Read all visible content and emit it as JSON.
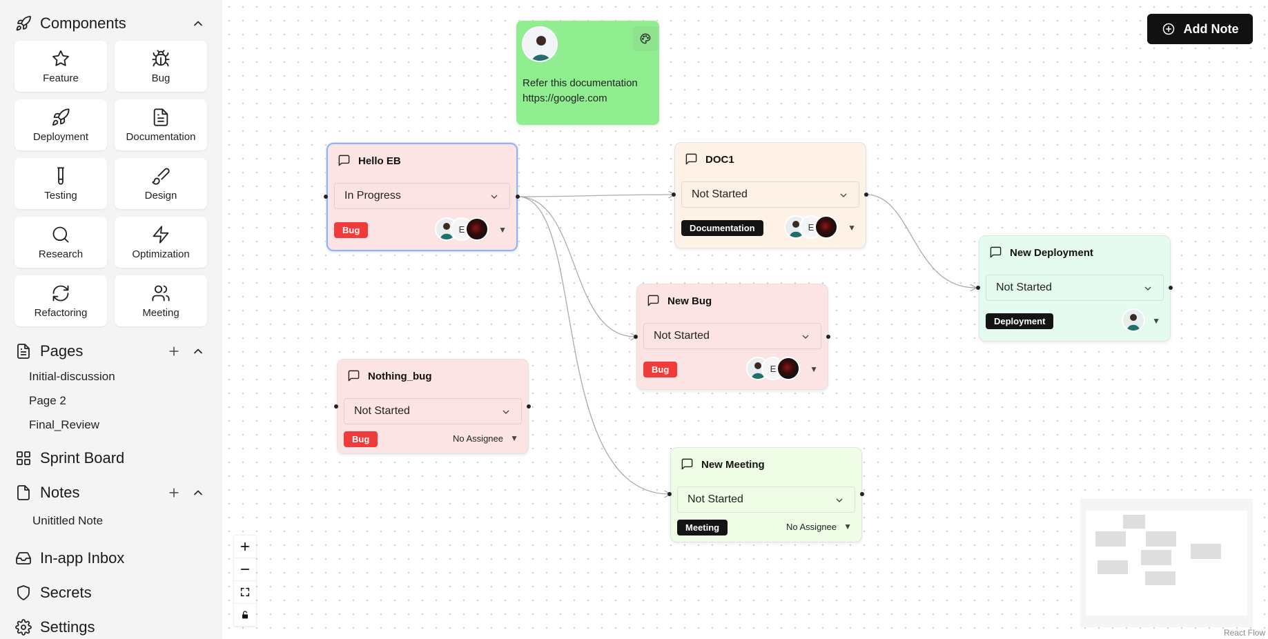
{
  "sidebar": {
    "components": {
      "title": "Components",
      "items": [
        {
          "label": "Feature",
          "icon": "star-icon"
        },
        {
          "label": "Bug",
          "icon": "bug-icon"
        },
        {
          "label": "Deployment",
          "icon": "rocket-icon"
        },
        {
          "label": "Documentation",
          "icon": "document-icon"
        },
        {
          "label": "Testing",
          "icon": "test-tube-icon"
        },
        {
          "label": "Design",
          "icon": "brush-icon"
        },
        {
          "label": "Research",
          "icon": "search-icon"
        },
        {
          "label": "Optimization",
          "icon": "bolt-icon"
        },
        {
          "label": "Refactoring",
          "icon": "refresh-icon"
        },
        {
          "label": "Meeting",
          "icon": "users-icon"
        }
      ]
    },
    "pages": {
      "title": "Pages",
      "items": [
        "Initial-discussion",
        "Page 2",
        "Final_Review"
      ]
    },
    "sprint_board": "Sprint Board",
    "notes": {
      "title": "Notes",
      "items": [
        "Unititled Note"
      ]
    },
    "inbox": "In-app Inbox",
    "secrets": "Secrets",
    "settings": "Settings"
  },
  "canvas": {
    "add_note_label": "Add Note",
    "sticky_note": {
      "text": "Refer this documentation\nhttps://google.com",
      "color": "#90ee90"
    },
    "nodes": [
      {
        "id": "hello",
        "title": "Hello EB",
        "status": "In Progress",
        "tag": "Bug",
        "tag_color": "#ef3b3b",
        "assignees": [
          "photo",
          "E",
          "dark"
        ],
        "bg": "#fde4e4"
      },
      {
        "id": "doc1",
        "title": "DOC1",
        "status": "Not Started",
        "tag": "Documentation",
        "tag_color": "#141414",
        "assignees": [
          "photo",
          "E",
          "dark"
        ],
        "bg": "#fef2e6"
      },
      {
        "id": "deploy",
        "title": "New Deployment",
        "status": "Not Started",
        "tag": "Deployment",
        "tag_color": "#141414",
        "assignees": [
          "photo"
        ],
        "bg": "#e6fbf0"
      },
      {
        "id": "newbug",
        "title": "New Bug",
        "status": "Not Started",
        "tag": "Bug",
        "tag_color": "#ef3b3b",
        "assignees": [
          "photo",
          "E",
          "dark"
        ],
        "bg": "#fde4e4"
      },
      {
        "id": "nothing",
        "title": "Nothing_bug",
        "status": "Not Started",
        "tag": "Bug",
        "tag_color": "#ef3b3b",
        "assignee_text": "No Assignee",
        "bg": "#fde4e4"
      },
      {
        "id": "meeting",
        "title": "New Meeting",
        "status": "Not Started",
        "tag": "Meeting",
        "tag_color": "#141414",
        "assignee_text": "No Assignee",
        "bg": "#f0fde6"
      }
    ],
    "attribution": "React Flow"
  }
}
